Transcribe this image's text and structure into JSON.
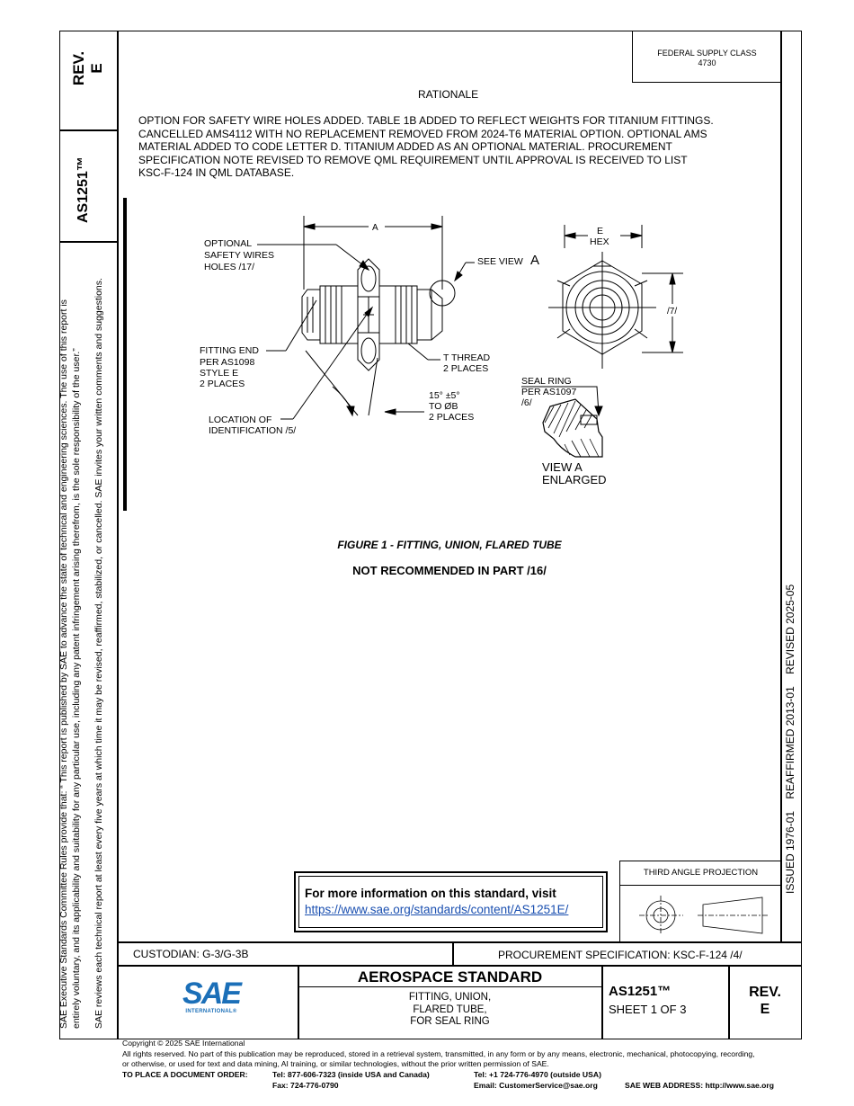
{
  "header": {
    "rev_label": "REV.",
    "rev_value": "E",
    "doc_number": "AS1251™",
    "fsc_line1": "FEDERAL SUPPLY CLASS",
    "fsc_line2": "4730"
  },
  "side_notes": {
    "line1": "SAE Executive Standards Committee Rules provide that: “  This report is published by SAE to advance the state of technical and engineering sciences. The use of this report is",
    "line2": "entirely voluntary, and its applicability and suitability for any particular use, including any patent infringement arising therefrom, is the sole responsibility of the user.”",
    "line3": "SAE reviews each technical report at least every five years at which time it may be revised, reaffirmed, stabilized, or cancelled. SAE invites your written comments and suggestions."
  },
  "issued_text": "ISSUED 1976-01    REAFFIRMED 2013-01    REVISED 2025-05",
  "rationale": {
    "title": "RATIONALE",
    "lines": [
      "OPTION FOR SAFETY WIRE HOLES ADDED. TABLE 1B ADDED TO REFLECT WEIGHTS FOR TITANIUM FITTINGS.",
      "CANCELLED AMS4112 WITH NO REPLACEMENT REMOVED FROM 2024-T6 MATERIAL OPTION. OPTIONAL AMS",
      "MATERIAL ADDED TO CODE LETTER D. TITANIUM ADDED AS AN OPTIONAL MATERIAL. PROCUREMENT",
      "SPECIFICATION NOTE REVISED TO REMOVE QML REQUIREMENT UNTIL APPROVAL IS RECEIVED TO LIST",
      "KSC-F-124 IN QML DATABASE."
    ]
  },
  "drawing": {
    "dim_a": "A",
    "optional_1": "OPTIONAL",
    "optional_2": "SAFETY WIRES",
    "optional_3": "HOLES  /17/",
    "see_view": "SEE VIEW",
    "see_view_letter": "A",
    "fitting_1": "FITTING END",
    "fitting_2": "PER AS1098",
    "fitting_3": "STYLE E",
    "fitting_4": "2 PLACES",
    "thread_1": "T THREAD",
    "thread_2": "2 PLACES",
    "angle_1": "15° ±5°",
    "angle_2": "TO ØB",
    "angle_3": "2 PLACES",
    "loc_1": "LOCATION OF",
    "loc_2": "IDENTIFICATION  /5/",
    "e_1": "E",
    "e_2": "HEX",
    "dim7": "/7/",
    "seal_1": "SEAL RING",
    "seal_2": "PER AS1097",
    "seal_3": "/6/",
    "view_1": "VIEW A",
    "view_2": "ENLARGED"
  },
  "figure_caption": "FIGURE 1 - FITTING, UNION, FLARED TUBE",
  "not_recommended": "NOT RECOMMENDED IN PART /16/",
  "info_box": {
    "title": "For more information on this standard, visit",
    "link": "https://www.sae.org/standards/content/AS1251E/"
  },
  "projection_label": "THIRD ANGLE PROJECTION",
  "title_block": {
    "custodian": "CUSTODIAN: G-3/G-3B",
    "procurement": "PROCUREMENT SPECIFICATION: KSC-F-124 /4/",
    "logo_text": "SAE",
    "logo_sub": "INTERNATIONAL®",
    "title": "AEROSPACE STANDARD",
    "sub1": "FITTING, UNION,",
    "sub2": "FLARED TUBE,",
    "sub3": "FOR SEAL RING",
    "doc_number": "AS1251™",
    "sheet": "SHEET 1 OF 3",
    "rev_label": "REV.",
    "rev_value": "E"
  },
  "footer": {
    "copyright": "Copyright © 2025 SAE International",
    "rights1": "All rights reserved. No part of this publication may be reproduced, stored in a retrieval system, transmitted, in any form or by any means, electronic, mechanical, photocopying, recording,",
    "rights2": "or otherwise, or used for text and data mining, AI training, or similar technologies, without the prior written permission of SAE.",
    "order_label": "TO PLACE A DOCUMENT ORDER:",
    "tel_us": "Tel: 877-606-7323 (inside USA and Canada)",
    "tel_intl": "Tel: +1 724-776-4970 (outside USA)",
    "fax": "Fax: 724-776-0790",
    "email": "Email: CustomerService@sae.org",
    "web": "SAE WEB ADDRESS: http://www.sae.org"
  },
  "colors": {
    "link": "#1a4fb0",
    "logo": "#1b6fb8"
  }
}
